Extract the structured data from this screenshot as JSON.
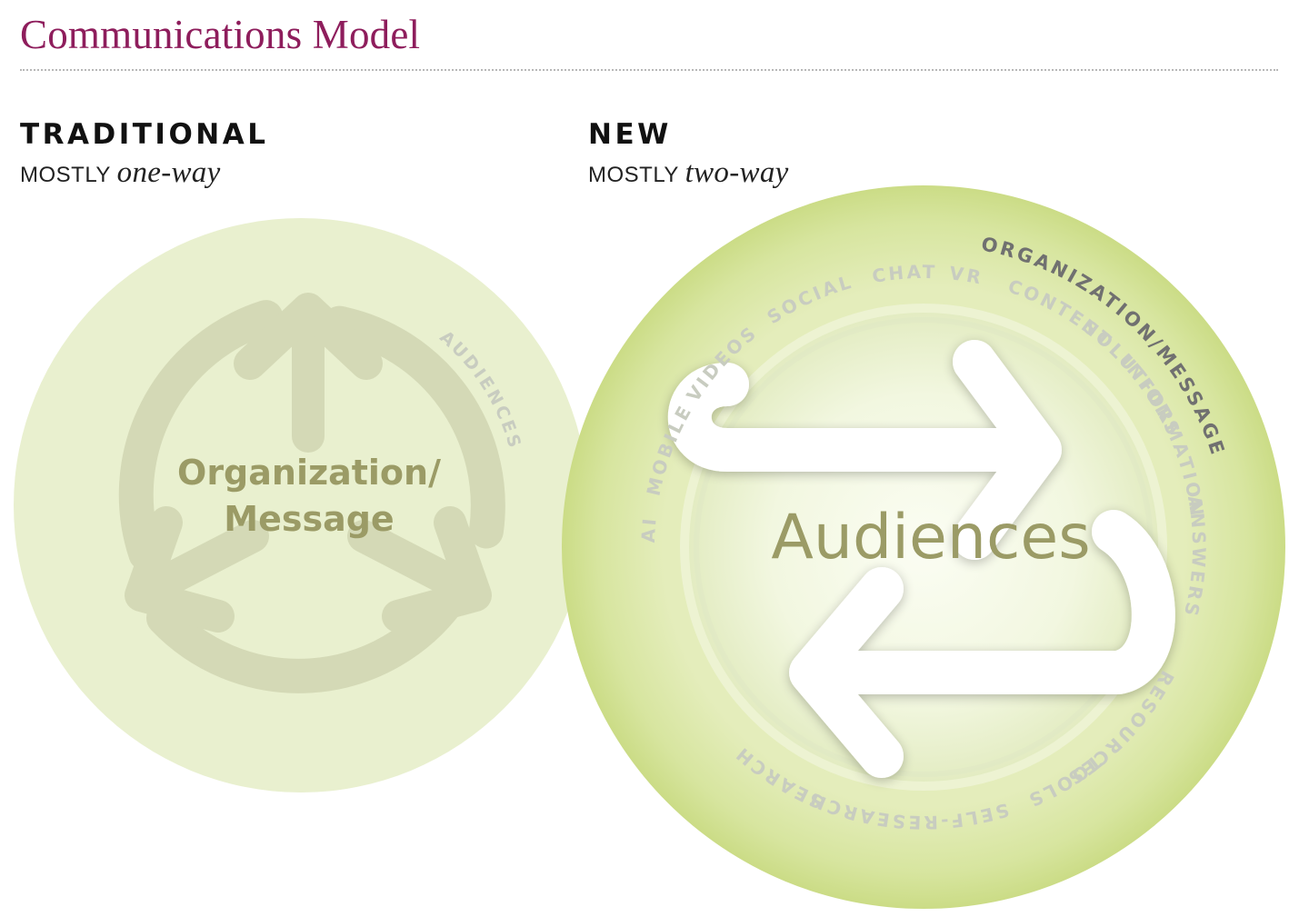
{
  "title": "Communications Model",
  "traditional": {
    "heading": "TRADITIONAL",
    "subtitle_prefix": "MOSTLY",
    "subtitle_emphasis": "one-way",
    "ring_label": "AUDIENCES",
    "center_line1": "Organization/",
    "center_line2": "Message"
  },
  "new": {
    "heading": "NEW",
    "subtitle_prefix": "MOSTLY",
    "subtitle_emphasis": "two-way",
    "org_label": "ORGANIZATION/MESSAGE",
    "center_label": "Audiences",
    "channels": [
      "SEARCH",
      "AI",
      "MOBILE",
      "VIDEOS",
      "SOCIAL",
      "CHAT",
      "VR",
      "CONTENT",
      "INFORMATION"
    ],
    "offerings": [
      "SOLUTIONS",
      "ANSWERS",
      "RESOURCES",
      "TOOLS",
      "SELF-RESEARCH"
    ]
  },
  "colors": {
    "title": "#8e1d5c",
    "left_circle": "#e9f0cf",
    "left_arrows": "#d4d9b6",
    "center_text": "#9b9b66",
    "right_ring": "#cfdf8e",
    "right_inner": "#eef4d8",
    "ring_text_light": "#c8ccc0",
    "ring_text_dark": "#707070"
  }
}
